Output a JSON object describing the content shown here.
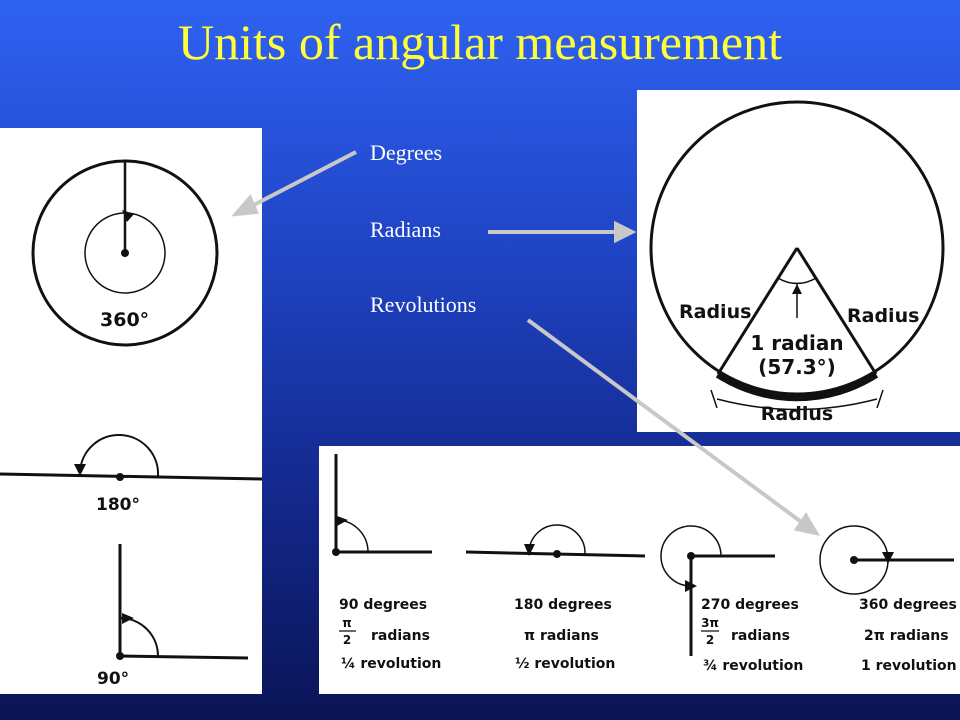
{
  "slide": {
    "title": "Units of angular measurement"
  },
  "terms": {
    "degrees": "Degrees",
    "radians": "Radians",
    "revolutions": "Revolutions"
  },
  "left_figure": {
    "full_circle": "360°",
    "half_turn": "180°",
    "quarter_turn": "90°"
  },
  "radian_figure": {
    "radius_left": "Radius",
    "radius_right": "Radius",
    "radian_line1": "1 radian",
    "radian_line2": "(57.3°)",
    "arc_label": "Radius"
  },
  "angle_table": [
    {
      "degrees": "90 degrees",
      "radians_num": "π",
      "radians_den": "2",
      "radians_unit": "radians",
      "revolutions": "¼ revolution"
    },
    {
      "degrees": "180 degrees",
      "radians": "π radians",
      "revolutions": "½ revolution"
    },
    {
      "degrees": "270 degrees",
      "radians_num": "3π",
      "radians_den": "2",
      "radians_unit": "radians",
      "revolutions": "¾ revolution"
    },
    {
      "degrees": "360 degrees",
      "radians": "2π radians",
      "revolutions": "1 revolution"
    }
  ],
  "colors": {
    "background_top": "#2f62f2",
    "background_bottom": "#0a1455",
    "title": "#ffff3a",
    "arrow": "#c8c8c8"
  }
}
